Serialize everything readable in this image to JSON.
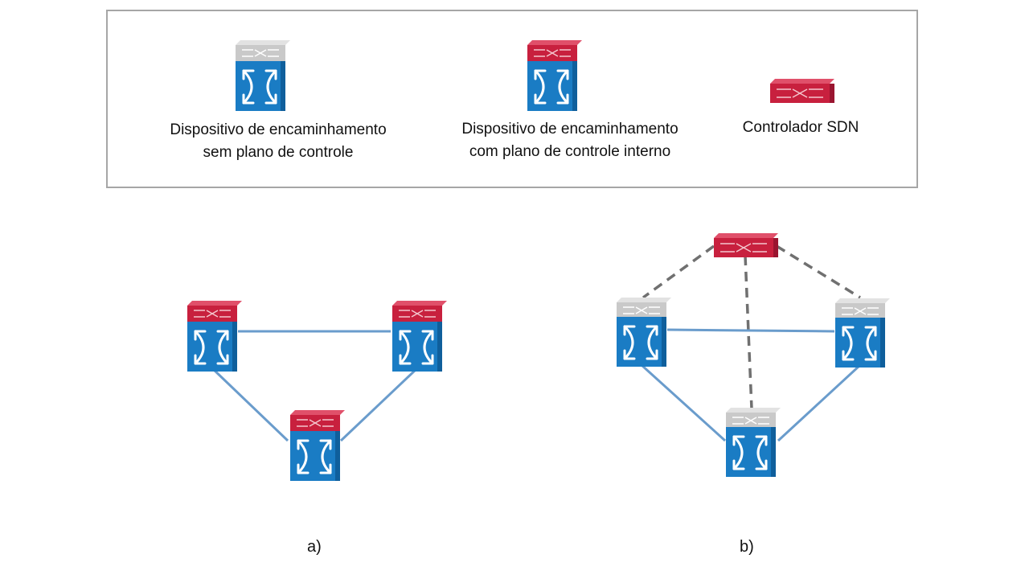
{
  "legend": {
    "items": [
      {
        "label_line1": "Dispositivo de encaminhamento",
        "label_line2": "sem plano de controle"
      },
      {
        "label_line1": "Dispositivo de encaminhamento",
        "label_line2": "com plano de controle interno"
      },
      {
        "label_line1": "Controlador SDN",
        "label_line2": ""
      }
    ]
  },
  "captions": {
    "a": "a)",
    "b": "b)"
  },
  "colors": {
    "switch_blue": "#1a7cc4",
    "switch_blue_dark": "#0f5f9c",
    "control_red": "#c8203e",
    "control_gray": "#c9c9c9",
    "link_blue": "#6a9ccc",
    "control_link_gray": "#707070",
    "box_border": "#a6a6a6"
  },
  "icons": [
    "switch-without-control-plane-icon",
    "switch-with-control-plane-icon",
    "sdn-controller-icon"
  ]
}
